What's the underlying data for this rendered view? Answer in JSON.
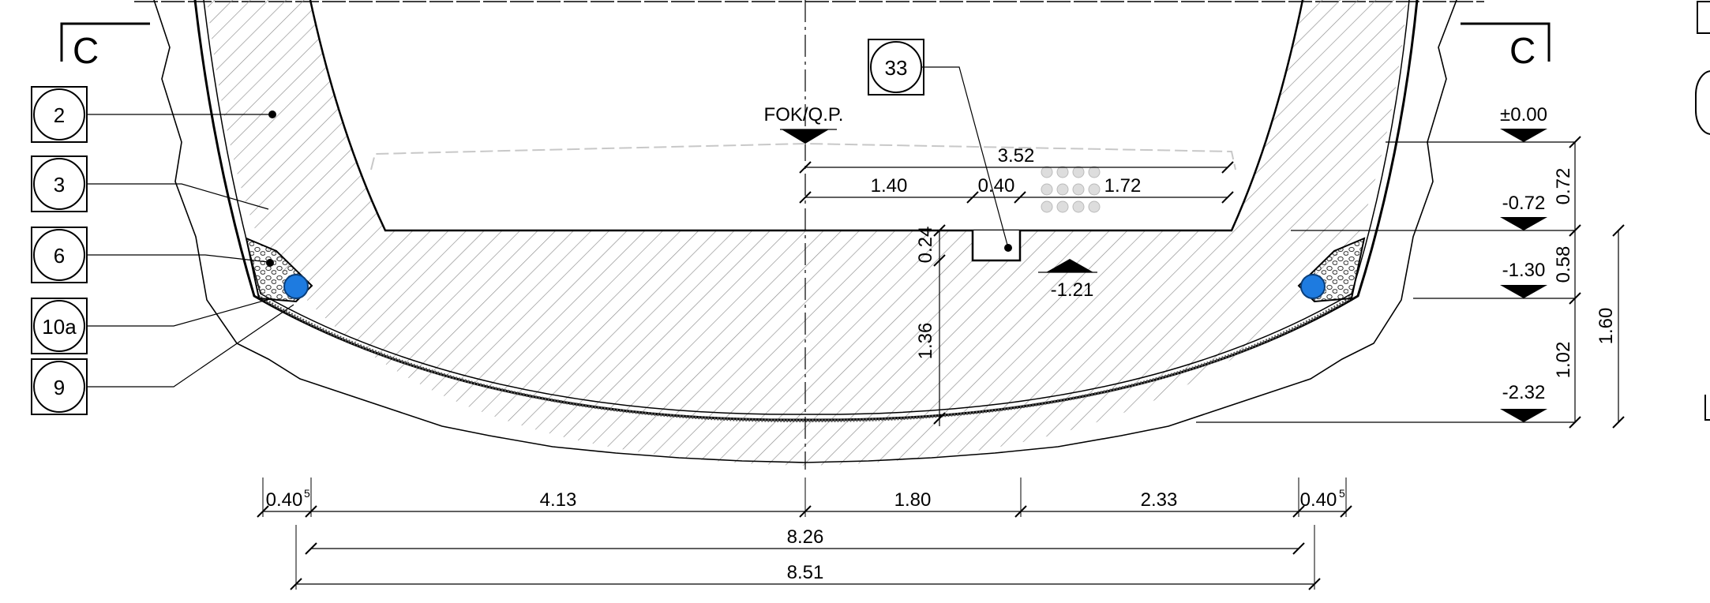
{
  "section_marks": {
    "left": "C",
    "right": "C"
  },
  "callouts": {
    "c2": "2",
    "c3": "3",
    "c6": "6",
    "c10a": "10a",
    "c9": "9",
    "c33": "33"
  },
  "track_label": "FOK/Q.P.",
  "levels": {
    "l0": "±0.00",
    "l1": "-0.72",
    "l2": "-1.30",
    "l3": "-2.32",
    "l4": "-1.21"
  },
  "dims_top": {
    "d352": "3.52",
    "d140": "1.40",
    "d040": "0.40",
    "d172": "1.72"
  },
  "dims_vertical": {
    "d024": "0.24",
    "d136": "1.36",
    "d072": "0.72",
    "d058": "0.58",
    "d102": "1.02",
    "d160": "1.60"
  },
  "dims_bottom": {
    "d0405a": "0.40",
    "d413": "4.13",
    "d180": "1.80",
    "d233": "2.33",
    "d0405b": "0.40",
    "d826": "8.26",
    "d851": "8.51",
    "sup": "5"
  },
  "colors": {
    "line": "#000000",
    "hatch": "#8c8c8c",
    "pipe": "#1e7be0",
    "ghost": "#c8c8c8"
  }
}
